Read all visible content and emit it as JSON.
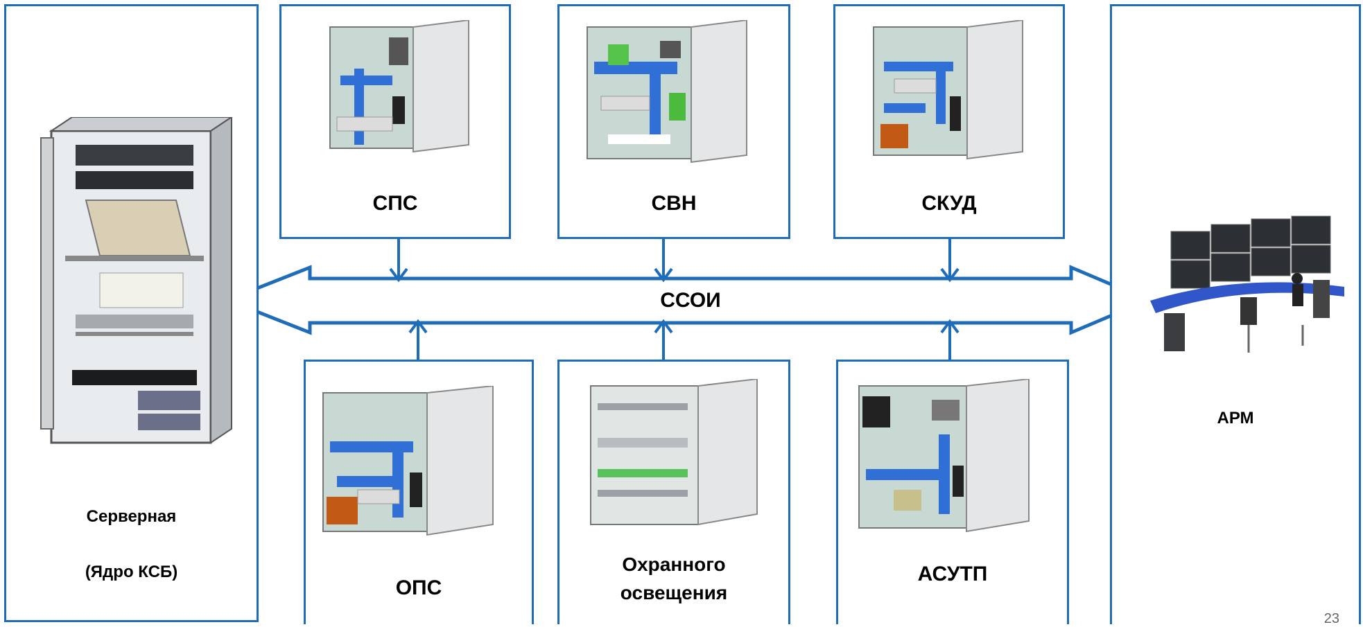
{
  "server": {
    "title": "Серверная",
    "subtitle": "(Ядро КСБ)"
  },
  "top_cabinets": [
    {
      "label": "СПС"
    },
    {
      "label": "СВН"
    },
    {
      "label": "СКУД"
    }
  ],
  "bottom_cabinets": [
    {
      "label": "ОПС"
    },
    {
      "label": "Охранного освещения",
      "line1": "Охранного",
      "line2": "освещения"
    },
    {
      "label": "АСУТП"
    }
  ],
  "bus": {
    "label": "ССОИ"
  },
  "workstation": {
    "label": "АРМ"
  },
  "page_number": "23",
  "colors": {
    "border": "#1f6db8",
    "accent_blue": "#2f6fd6",
    "desk_blue": "#3056c9",
    "cabinet_gray": "#d7dadc"
  }
}
